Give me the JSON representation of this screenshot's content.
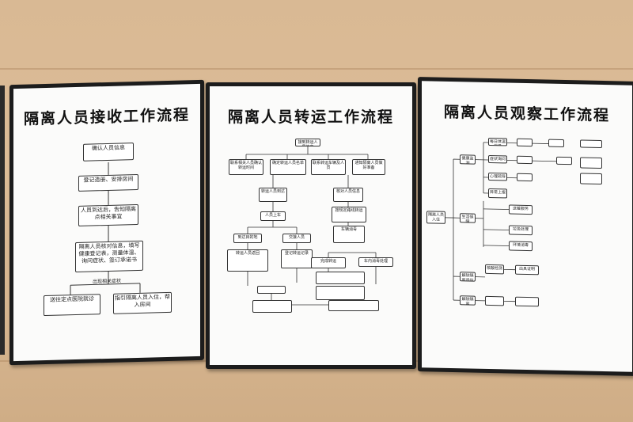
{
  "boards": [
    {
      "title": "隔离人员接收工作流程",
      "steps": [
        "确认人员信息",
        "登记造册、安排房间",
        "人员到达后，告知隔离点相关事宜",
        "隔离人员核对信息，填写健康登记表，测量体温、询问症状、签订承诺书",
        "出现相关症状",
        "送往定点医院就诊",
        "指引隔离人员入住，帮入房间"
      ]
    },
    {
      "title": "隔离人员转运工作流程",
      "steps": [
        "接到转运人员信息",
        "联系相关人员确认转运时间",
        "确定转运人员名单",
        "联系转运车辆及人员",
        "通知隔离人员做好准备",
        "转运人员到达",
        "核对人员信息",
        "人员上车",
        "按规定路线转运",
        "到达目的地",
        "交接人员",
        "车辆消毒",
        "转运人员返回",
        "登记转运记录",
        "完成转运",
        "车内消毒处理"
      ]
    },
    {
      "title": "隔离人员观察工作流程",
      "steps": [
        "隔离人员入住",
        "健康监测",
        "每日体温测量",
        "症状询问",
        "心理疏导",
        "异常上报",
        "生活保障",
        "送餐服务",
        "垃圾处理",
        "环境消毒",
        "解除隔离评估",
        "核酸检测",
        "出具证明",
        "解除隔离"
      ]
    }
  ]
}
